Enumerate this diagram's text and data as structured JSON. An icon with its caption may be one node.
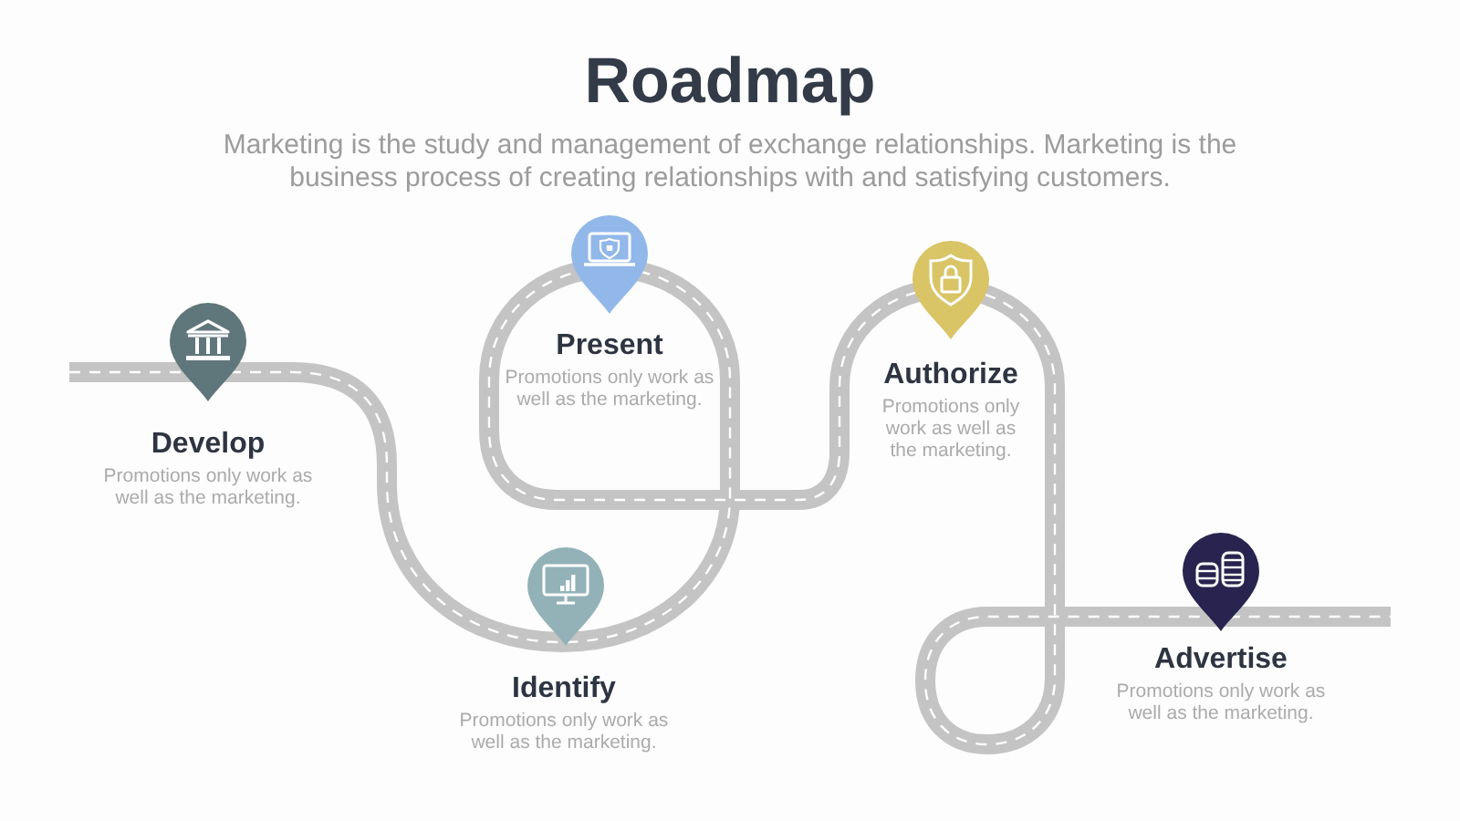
{
  "diagram": {
    "title": "Roadmap",
    "nodes": [
      {
        "text": [
          "Develop",
          "Promotions only work as well as the marketing."
        ]
      },
      {
        "text": [
          "Identify",
          "Promotions only work as well as the marketing."
        ]
      },
      {
        "text": [
          "Present",
          "Promotions only work as well as the marketing."
        ]
      },
      {
        "text": [
          "Authorize",
          "Promotions only work as well as the marketing."
        ]
      },
      {
        "text": [
          "Advertise",
          "Promotions only work as well as the marketing."
        ]
      }
    ],
    "labels": [
      "Marketing is the study and management of exchange relationships. Marketing is the business process of creating relationships with and satisfying customers."
    ]
  }
}
